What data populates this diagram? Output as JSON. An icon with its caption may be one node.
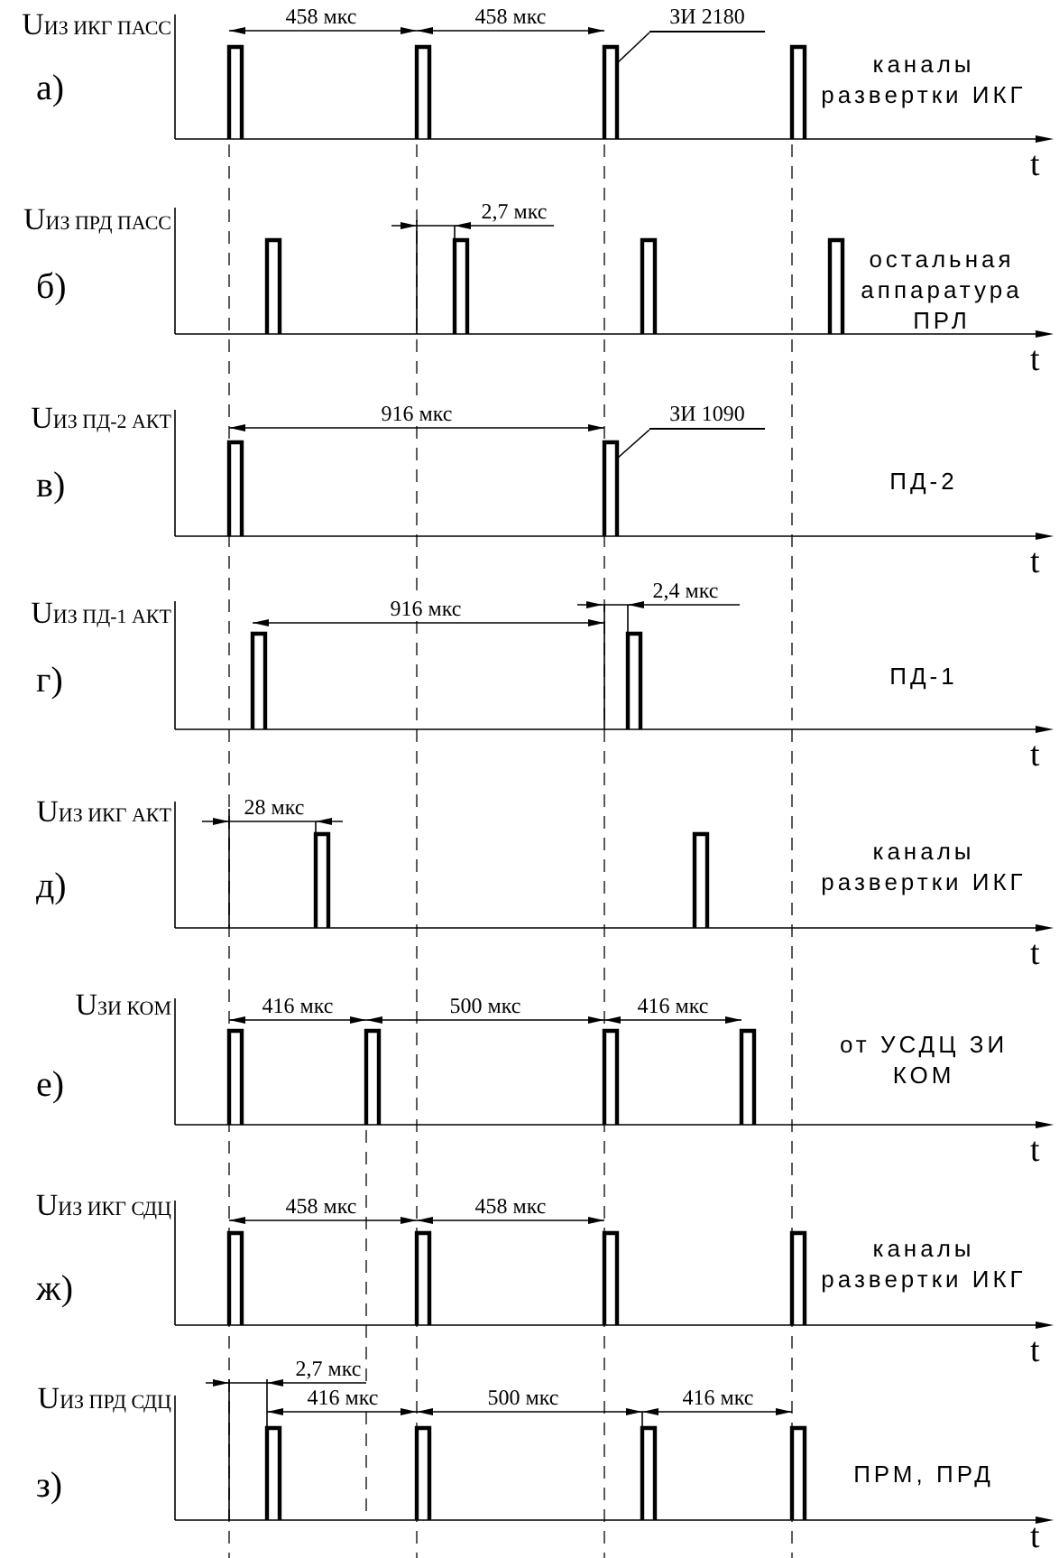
{
  "diagram": {
    "nodes": [
      {
        "text": [
          "ЗИ 2180"
        ]
      },
      {
        "text": [],
        "shape": "bar"
      },
      {
        "text": [
          "ЗИ 1090"
        ]
      },
      {
        "text": [],
        "shape": "bar"
      }
    ],
    "edges": [
      {
        "from": 0,
        "to": 1,
        "arrow": "none"
      },
      {
        "from": 2,
        "to": 3,
        "arrow": "none"
      }
    ],
    "labels": [
      "U$_{ИЗ ИКГ ПАСС}$",
      "458 мкс",
      "458 мкс",
      "а)",
      "каналы развертки ИКГ",
      "t",
      "U$_{ИЗ ПРД ПАСС}$",
      "2,7 мкс",
      "б)",
      "остальная аппаратура ПРЛ",
      "t",
      "U$_{ИЗ ПД-2 АКТ}$",
      "916 мкс",
      "в)",
      "ПД-2",
      "t",
      "U$_{ИЗ ПД-1 АКТ}$",
      "916 мкс",
      "2,4 мкс",
      "г)",
      "ПД-1",
      "t",
      "U$_{ИЗ ИКГ АКТ}$",
      "28 мкс",
      "д)",
      "каналы развертки ИКГ",
      "t",
      "U$_{ЗИ КОМ}$",
      "416 мкс",
      "500 мкс",
      "416 мкс",
      "е)",
      "от УСДЦ ЗИ КОМ",
      "t",
      "U$_{ИЗ ИКГ СДЦ}$",
      "458 мкс",
      "458 мкс",
      "ж)",
      "каналы развертки ИКГ",
      "t",
      "U$_{ИЗ ПРД СДЦ}$",
      "2,7 мкс",
      "416 мкс",
      "500 мкс",
      "416 мкс",
      "з)",
      "ПРМ, ПРД",
      "t"
    ]
  }
}
